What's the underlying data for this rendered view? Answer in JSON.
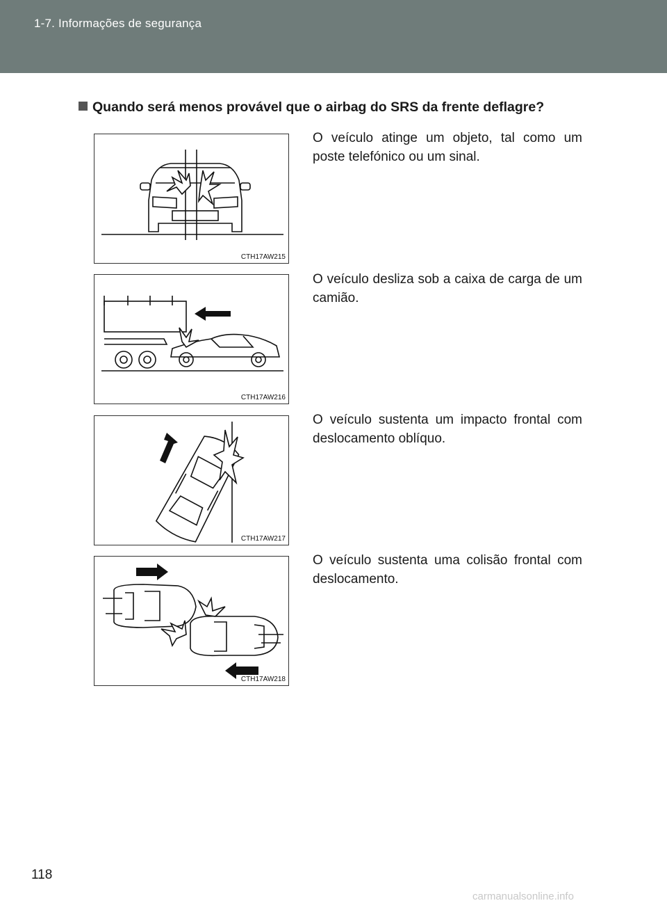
{
  "header": {
    "section_title": "1-7. Informações de segurança"
  },
  "heading": "Quando será menos provável que o airbag do SRS da frente deflagre?",
  "items": [
    {
      "text": "O veículo atinge um objeto, tal como um poste telefónico ou um sinal.",
      "figure_code": "CTH17AW215"
    },
    {
      "text": "O veículo desliza sob a caixa de carga de um camião.",
      "figure_code": "CTH17AW216"
    },
    {
      "text": "O veículo sustenta um impacto frontal com deslocamento oblíquo.",
      "figure_code": "CTH17AW217"
    },
    {
      "text": "O veículo sustenta uma colisão frontal com deslocamento.",
      "figure_code": "CTH17AW218"
    }
  ],
  "page_number": "118",
  "watermark": "carmanualsonline.info"
}
